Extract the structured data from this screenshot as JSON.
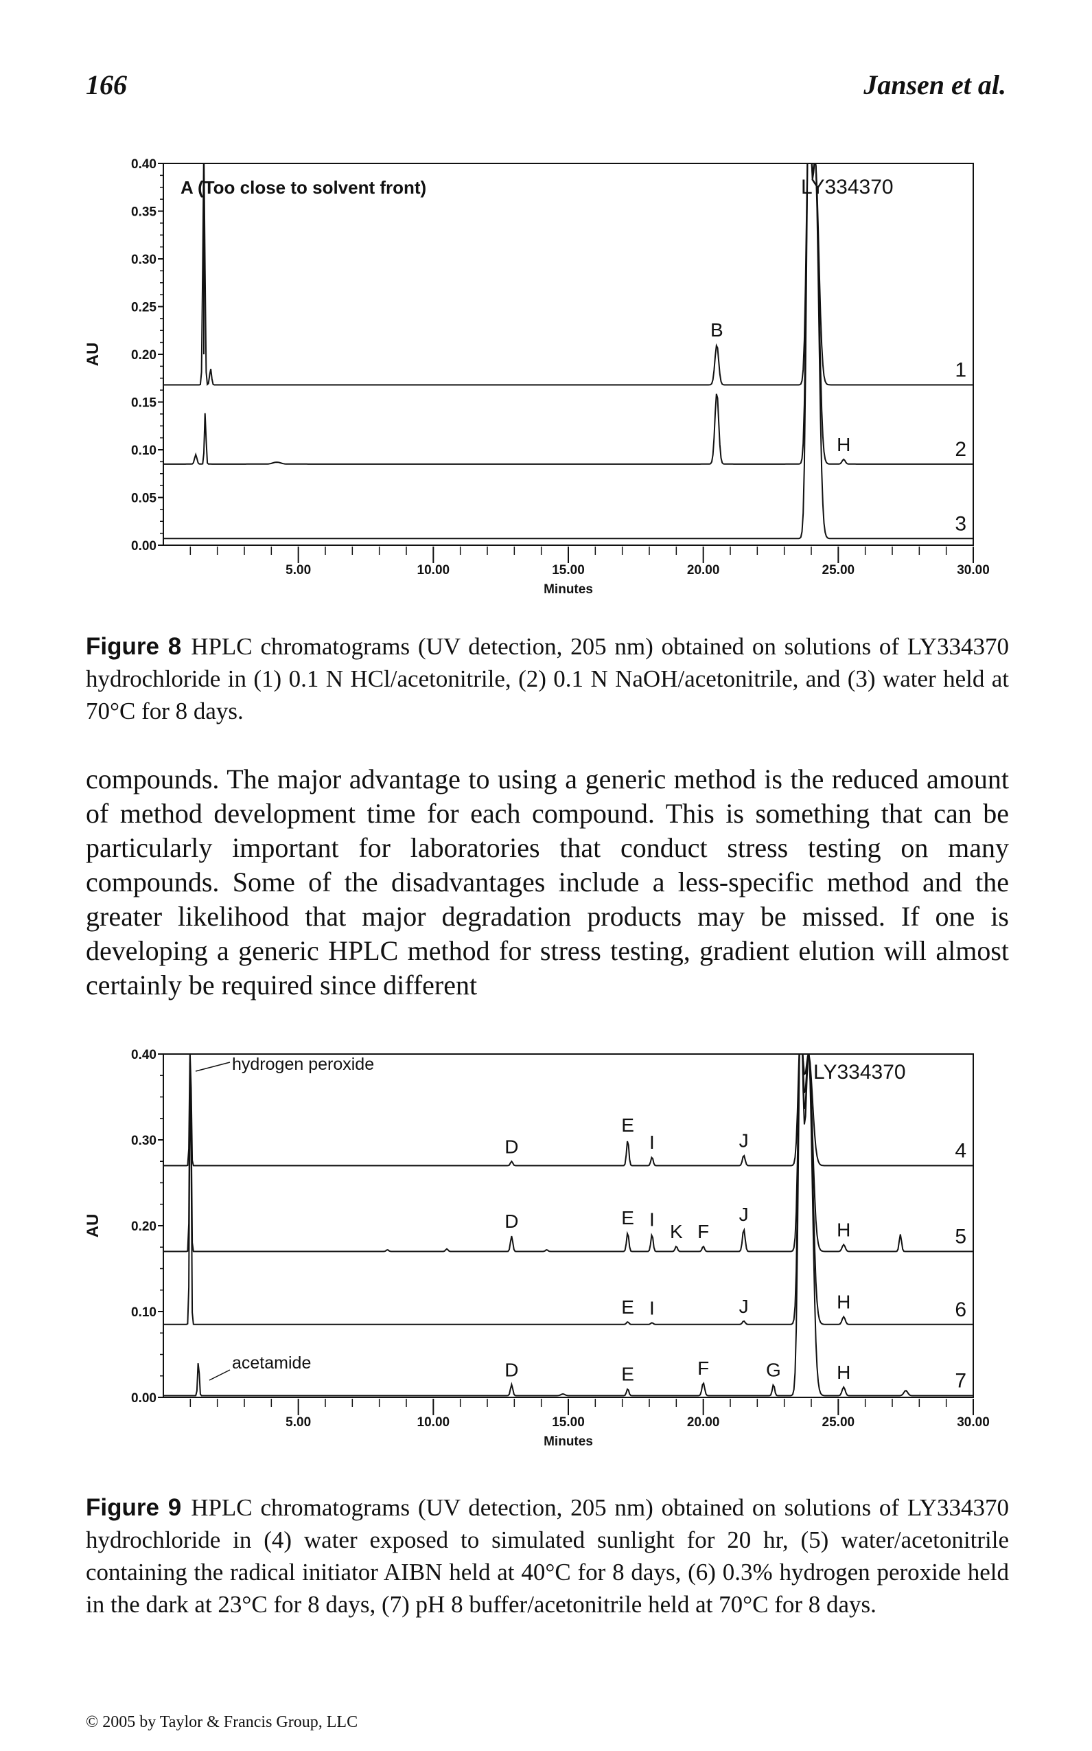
{
  "page": {
    "number": "166",
    "running_head": "Jansen et al.",
    "footer": "© 2005 by Taylor & Francis Group, LLC"
  },
  "body_text": "compounds. The major advantage to using a generic method is the reduced amount of method development time for each compound. This is something that can be particularly important for laboratories that conduct stress testing on many compounds. Some of the disadvantages include a less-specific method and the greater likelihood that major degradation products may be missed. If one is developing a generic HPLC method for stress testing, gradient elution will almost certainly be required since different",
  "figures": [
    {
      "label": "Figure 8",
      "caption": "HPLC chromatograms (UV detection, 205 nm) obtained on solutions of LY334370 hydrochloride in (1) 0.1 N HCl/acetonitrile, (2) 0.1 N NaOH/acetonitrile, and (3) water held at 70°C for 8 days."
    },
    {
      "label": "Figure 9",
      "caption": "HPLC chromatograms (UV detection, 205 nm) obtained on solutions of LY334370 hydrochloride in (4) water exposed to simulated sunlight for 20 hr, (5) water/acetonitrile containing the radical initiator AIBN held at 40°C for 8 days, (6) 0.3% hydrogen peroxide held in the dark at 23°C for 8 days, (7) pH 8 buffer/acetonitrile held at 70°C for 8 days."
    }
  ],
  "chart_data": [
    {
      "type": "line",
      "xlabel": "Minutes",
      "ylabel": "AU",
      "xlim": [
        0,
        30
      ],
      "ylim": [
        0,
        0.4
      ],
      "x_ticks": [
        "5.00",
        "10.00",
        "15.00",
        "20.00",
        "25.00",
        "30.00"
      ],
      "y_ticks": [
        "0.00",
        "0.05",
        "0.10",
        "0.15",
        "0.20",
        "0.25",
        "0.30",
        "0.35",
        "0.40"
      ],
      "annotations": [
        "A (Too close to solvent front)",
        "LY334370",
        "B",
        "H"
      ],
      "series": [
        {
          "name": "1",
          "baseline": 0.168,
          "peaks": [
            {
              "x": 1.5,
              "y": 0.42,
              "w": 0.05
            },
            {
              "x": 1.75,
              "y": 0.185,
              "w": 0.05
            },
            {
              "x": 20.5,
              "y": 0.21,
              "w": 0.1,
              "label": "B"
            },
            {
              "x": 23.9,
              "y": 0.42,
              "w": 0.12
            },
            {
              "x": 24.15,
              "y": 0.4,
              "w": 0.18
            }
          ]
        },
        {
          "name": "2",
          "baseline": 0.085,
          "peaks": [
            {
              "x": 1.2,
              "y": 0.095,
              "w": 0.06
            },
            {
              "x": 1.55,
              "y": 0.14,
              "w": 0.04
            },
            {
              "x": 4.2,
              "y": 0.087,
              "w": 0.2
            },
            {
              "x": 20.5,
              "y": 0.16,
              "w": 0.1
            },
            {
              "x": 23.9,
              "y": 0.42,
              "w": 0.12
            },
            {
              "x": 24.15,
              "y": 0.4,
              "w": 0.18
            },
            {
              "x": 25.2,
              "y": 0.09,
              "w": 0.08,
              "label": "H"
            }
          ]
        },
        {
          "name": "3",
          "baseline": 0.007,
          "peaks": [
            {
              "x": 23.9,
              "y": 0.42,
              "w": 0.12
            },
            {
              "x": 24.15,
              "y": 0.4,
              "w": 0.18
            }
          ]
        }
      ]
    },
    {
      "type": "line",
      "xlabel": "Minutes",
      "ylabel": "AU",
      "xlim": [
        0,
        30
      ],
      "ylim": [
        0,
        0.4
      ],
      "x_ticks": [
        "5.00",
        "10.00",
        "15.00",
        "20.00",
        "25.00",
        "30.00"
      ],
      "y_ticks": [
        "0.00",
        "0.10",
        "0.20",
        "0.30",
        "0.40"
      ],
      "annotations": [
        "hydrogen peroxide",
        "acetamide",
        "LY334370"
      ],
      "series": [
        {
          "name": "4",
          "baseline": 0.27,
          "peaks": [
            {
              "x": 1.0,
              "y": 0.42,
              "w": 0.04
            },
            {
              "x": 12.9,
              "y": 0.275,
              "w": 0.06,
              "label": "D"
            },
            {
              "x": 17.2,
              "y": 0.3,
              "w": 0.06,
              "label": "E"
            },
            {
              "x": 18.1,
              "y": 0.28,
              "w": 0.06,
              "label": "I"
            },
            {
              "x": 21.5,
              "y": 0.282,
              "w": 0.07,
              "label": "J"
            },
            {
              "x": 23.6,
              "y": 0.42,
              "w": 0.12
            },
            {
              "x": 23.9,
              "y": 0.4,
              "w": 0.2
            }
          ]
        },
        {
          "name": "5",
          "baseline": 0.17,
          "peaks": [
            {
              "x": 1.0,
              "y": 0.42,
              "w": 0.04
            },
            {
              "x": 8.3,
              "y": 0.172,
              "w": 0.06
            },
            {
              "x": 10.5,
              "y": 0.173,
              "w": 0.06
            },
            {
              "x": 12.9,
              "y": 0.188,
              "w": 0.06,
              "label": "D"
            },
            {
              "x": 14.2,
              "y": 0.172,
              "w": 0.06
            },
            {
              "x": 17.2,
              "y": 0.192,
              "w": 0.06,
              "label": "E"
            },
            {
              "x": 18.1,
              "y": 0.19,
              "w": 0.06,
              "label": "I"
            },
            {
              "x": 19.0,
              "y": 0.176,
              "w": 0.06,
              "label": "K"
            },
            {
              "x": 20.0,
              "y": 0.176,
              "w": 0.06,
              "label": "F"
            },
            {
              "x": 21.5,
              "y": 0.196,
              "w": 0.07,
              "label": "J"
            },
            {
              "x": 23.6,
              "y": 0.42,
              "w": 0.12
            },
            {
              "x": 23.9,
              "y": 0.4,
              "w": 0.2
            },
            {
              "x": 25.2,
              "y": 0.178,
              "w": 0.08,
              "label": "H"
            },
            {
              "x": 27.3,
              "y": 0.19,
              "w": 0.06
            }
          ]
        },
        {
          "name": "6",
          "baseline": 0.085,
          "peaks": [
            {
              "x": 1.0,
              "y": 0.42,
              "w": 0.04
            },
            {
              "x": 17.2,
              "y": 0.088,
              "w": 0.06,
              "label": "E"
            },
            {
              "x": 18.1,
              "y": 0.087,
              "w": 0.06,
              "label": "I"
            },
            {
              "x": 21.5,
              "y": 0.089,
              "w": 0.07,
              "label": "J"
            },
            {
              "x": 23.6,
              "y": 0.42,
              "w": 0.12
            },
            {
              "x": 23.9,
              "y": 0.4,
              "w": 0.2
            },
            {
              "x": 25.2,
              "y": 0.094,
              "w": 0.08,
              "label": "H"
            }
          ]
        },
        {
          "name": "7",
          "baseline": 0.002,
          "peaks": [
            {
              "x": 1.3,
              "y": 0.045,
              "w": 0.04
            },
            {
              "x": 12.9,
              "y": 0.015,
              "w": 0.06,
              "label": "D"
            },
            {
              "x": 14.8,
              "y": 0.004,
              "w": 0.1
            },
            {
              "x": 17.2,
              "y": 0.01,
              "w": 0.06,
              "label": "E"
            },
            {
              "x": 20.0,
              "y": 0.017,
              "w": 0.07,
              "label": "F"
            },
            {
              "x": 22.6,
              "y": 0.015,
              "w": 0.06,
              "label": "G"
            },
            {
              "x": 23.6,
              "y": 0.42,
              "w": 0.12
            },
            {
              "x": 23.9,
              "y": 0.4,
              "w": 0.2
            },
            {
              "x": 25.2,
              "y": 0.012,
              "w": 0.08,
              "label": "H"
            },
            {
              "x": 27.5,
              "y": 0.008,
              "w": 0.1
            }
          ]
        }
      ]
    }
  ]
}
